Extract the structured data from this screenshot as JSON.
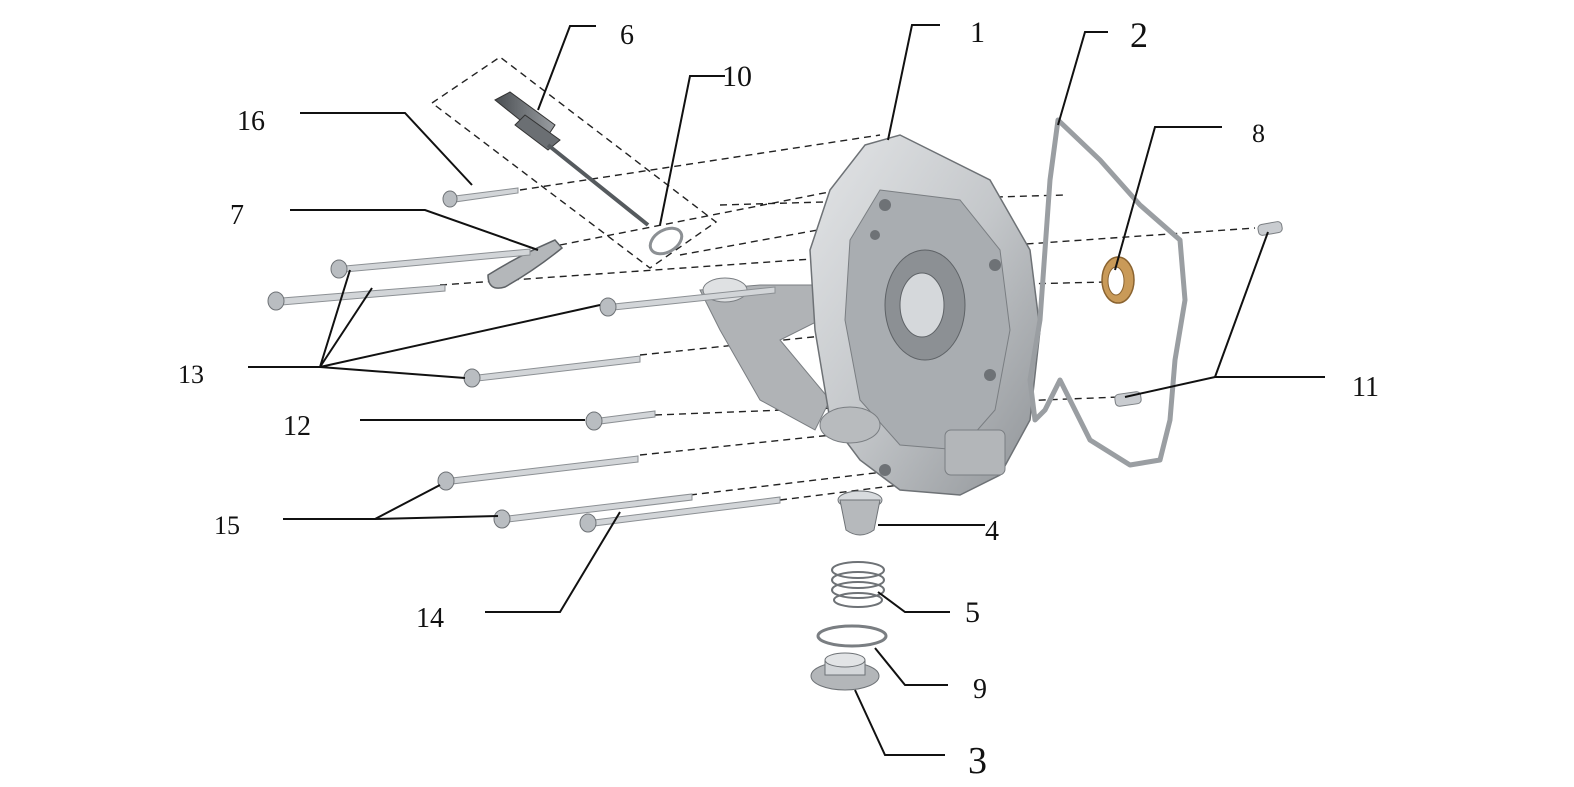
{
  "diagram": {
    "callouts": {
      "n1": "1",
      "n2": "2",
      "n3": "3",
      "n4": "4",
      "n5": "5",
      "n6": "6",
      "n7": "7",
      "n8": "8",
      "n9": "9",
      "n10": "10",
      "n11": "11",
      "n12": "12",
      "n13": "13",
      "n14": "14",
      "n15": "15",
      "n16": "16"
    }
  },
  "colors": {
    "cover": "#c4c7ca",
    "cover_shadow": "#8f9397",
    "oil_seal": "#c99a58",
    "gasket": "#9a9ea2",
    "lines": "#111111"
  }
}
